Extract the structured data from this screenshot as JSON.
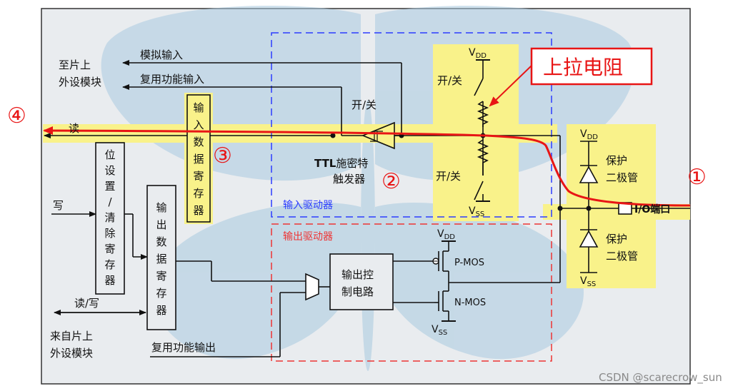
{
  "labels": {
    "to_periph_l1": "至片上",
    "to_periph_l2": "外设模块",
    "analog_input": "模拟输入",
    "alt_func_input": "复用功能输入",
    "read": "读",
    "write": "写",
    "read_write": "读/写",
    "from_periph_l1": "来自片上",
    "from_periph_l2": "外设模块",
    "alt_func_output": "复用功能输出",
    "input_driver": "输入驱动器",
    "output_driver": "输出驱动器",
    "switch_top": "开/关",
    "switch_mid": "开/关",
    "switch_bottom": "开/关",
    "ttl_bold": "TTL",
    "ttl_rest": "施密特",
    "ttl_line2": "触发器",
    "pull_up_resistor": "上拉电阻",
    "protect1": "保护",
    "protect2": "二极管",
    "protect3": "保护",
    "protect4": "二极管",
    "io_port": "I/O端口",
    "pmos": "P-MOS",
    "nmos": "N-MOS",
    "output_control_l1": "输出控",
    "output_control_l2": "制电路",
    "watermark": "CSDN @scarecrow_sun",
    "num1": "①",
    "num2": "②",
    "num3": "③",
    "num4": "④"
  },
  "vertical_boxes": {
    "input_register": [
      "输",
      "入",
      "数",
      "据",
      "寄",
      "存",
      "器"
    ],
    "set_clear_register": [
      "位",
      "设",
      "置",
      "/",
      "清",
      "除",
      "寄",
      "存",
      "器"
    ],
    "output_register": [
      "输",
      "出",
      "数",
      "据",
      "寄",
      "存",
      "器"
    ]
  },
  "supply_labels": {
    "vdd_main": "V",
    "vdd_main_sub": "DD",
    "vss_main": "V",
    "vss_main_sub": "SS",
    "vdd_diode": "V",
    "vdd_diode_sub": "DD",
    "vss_diode": "V",
    "vss_diode_sub": "SS",
    "vdd_out": "V",
    "vdd_out_sub": "DD",
    "vss_out": "V",
    "vss_out_sub": "SS"
  },
  "colors": {
    "highlight": "#f9f28a",
    "red_path": "#e81515",
    "input_dash": "#2c3cff",
    "output_dash": "#ee3434",
    "panel": "#e9ecef",
    "butterfly": "#a9cbe0"
  }
}
